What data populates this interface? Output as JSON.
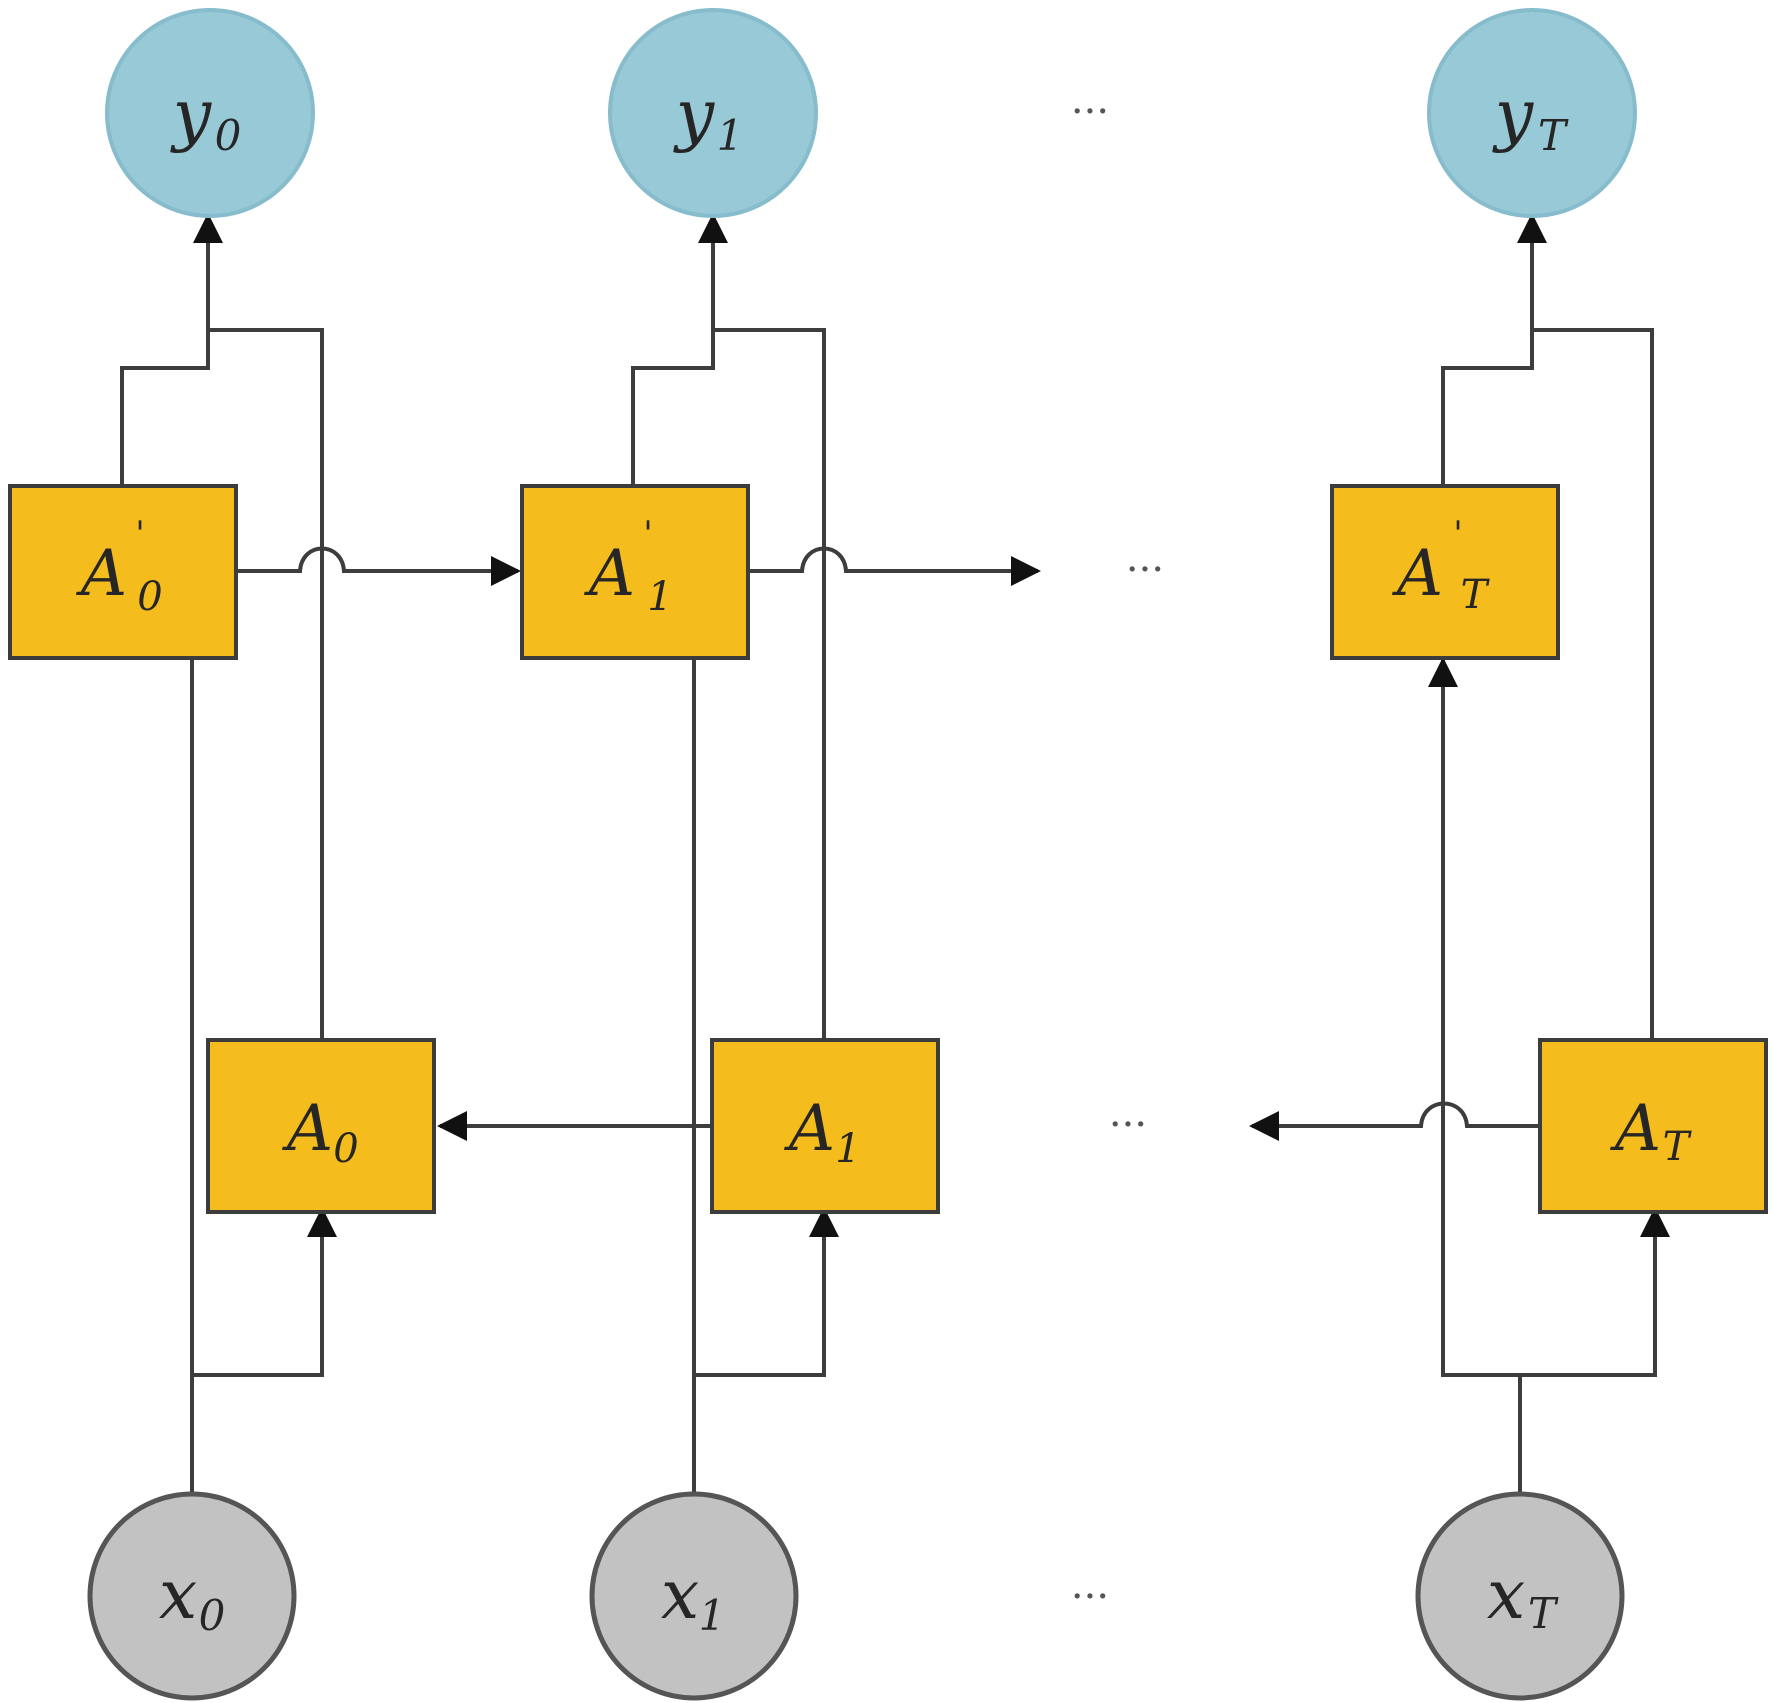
{
  "nodes": {
    "outputs": [
      {
        "name": "y",
        "sub": "0"
      },
      {
        "name": "y",
        "sub": "1"
      },
      {
        "name": "y",
        "sub": "T"
      }
    ],
    "inputs": [
      {
        "name": "x",
        "sub": "0"
      },
      {
        "name": "x",
        "sub": "1"
      },
      {
        "name": "x",
        "sub": "T"
      }
    ],
    "forward_cells": [
      {
        "name": "A",
        "prime": "'",
        "sub": "0"
      },
      {
        "name": "A",
        "prime": "'",
        "sub": "1"
      },
      {
        "name": "A",
        "prime": "'",
        "sub": "T"
      }
    ],
    "backward_cells": [
      {
        "name": "A",
        "sub": "0"
      },
      {
        "name": "A",
        "sub": "1"
      },
      {
        "name": "A",
        "sub": "T"
      }
    ]
  },
  "ellipsis": {
    "outputs": "···",
    "forward": "···",
    "backward": "···",
    "inputs": "···"
  },
  "colors": {
    "output_node": "#97c9d7",
    "output_stroke": "#7fb4c4",
    "input_node": "#c2c2c2",
    "input_stroke": "#555555",
    "cell_fill": "#f4bc1c",
    "wire": "#3d3d3d"
  }
}
